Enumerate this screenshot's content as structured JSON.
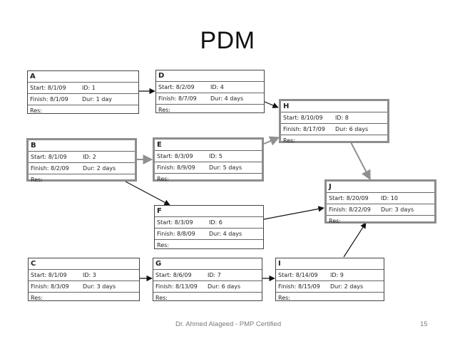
{
  "slide": {
    "title": "PDM",
    "footer_author": "Dr. Ahmed Alageed - PMP Certified",
    "page_number": "15"
  },
  "labels": {
    "start": "Start:",
    "finish": "Finish:",
    "id": "ID:",
    "dur": "Dur:",
    "res": "Res:"
  },
  "colors": {
    "critical_border": "#8d8d8d",
    "normal_border": "#444444",
    "arrow_dark": "#111111",
    "arrow_gray": "#909090"
  },
  "nodes": {
    "A": {
      "name": "A",
      "start": "8/1/09",
      "finish": "8/1/09",
      "id": "1",
      "dur": "1 day",
      "critical": false
    },
    "B": {
      "name": "B",
      "start": "8/1/09",
      "finish": "8/2/09",
      "id": "2",
      "dur": "2 days",
      "critical": true
    },
    "C": {
      "name": "C",
      "start": "8/1/09",
      "finish": "8/3/09",
      "id": "3",
      "dur": "3 days",
      "critical": false
    },
    "D": {
      "name": "D",
      "start": "8/2/09",
      "finish": "8/7/09",
      "id": "4",
      "dur": "4 days",
      "critical": false
    },
    "E": {
      "name": "E",
      "start": "8/3/09",
      "finish": "8/9/09",
      "id": "5",
      "dur": "5 days",
      "critical": true
    },
    "F": {
      "name": "F",
      "start": "8/3/09",
      "finish": "8/8/09",
      "id": "6",
      "dur": "4 days",
      "critical": false
    },
    "G": {
      "name": "G",
      "start": "8/6/09",
      "finish": "8/13/09",
      "id": "7",
      "dur": "6 days",
      "critical": false
    },
    "H": {
      "name": "H",
      "start": "8/10/09",
      "finish": "8/17/09",
      "id": "8",
      "dur": "6 days",
      "critical": true
    },
    "I": {
      "name": "I",
      "start": "8/14/09",
      "finish": "8/15/09",
      "id": "9",
      "dur": "2 days",
      "critical": false
    },
    "J": {
      "name": "J",
      "start": "8/20/09",
      "finish": "8/22/09",
      "id": "10",
      "dur": "3 days",
      "critical": true
    }
  },
  "dependencies": [
    {
      "from": "A",
      "to": "D"
    },
    {
      "from": "D",
      "to": "H"
    },
    {
      "from": "B",
      "to": "E"
    },
    {
      "from": "E",
      "to": "H"
    },
    {
      "from": "B",
      "to": "F"
    },
    {
      "from": "H",
      "to": "J"
    },
    {
      "from": "F",
      "to": "J"
    },
    {
      "from": "C",
      "to": "G"
    },
    {
      "from": "G",
      "to": "I"
    },
    {
      "from": "I",
      "to": "J"
    }
  ]
}
